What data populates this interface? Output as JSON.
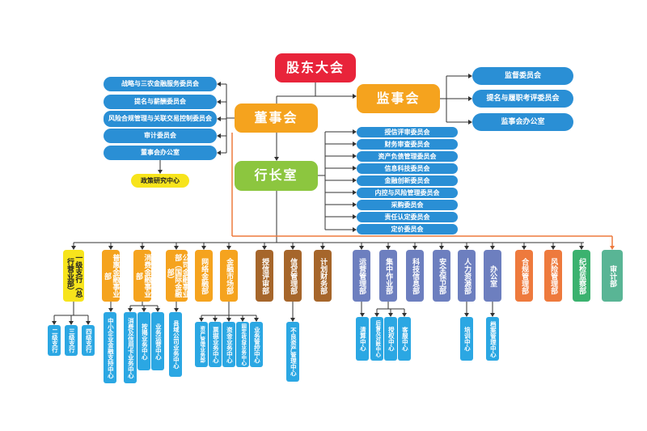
{
  "colors": {
    "red": "#e8243a",
    "orange": "#f5a31e",
    "green": "#8cc63f",
    "blue": "#2a8fd5",
    "light_blue": "#2ba7e3",
    "brown": "#a6662b",
    "purple": "#6d7fbf",
    "salmon": "#ee7a3d",
    "darkgreen": "#3bb26f",
    "teal": "#59b595",
    "yellow": "#f7e41c",
    "accent_line": "#ee7a3d"
  },
  "top": {
    "shareholders": "股东大会",
    "supervisory": "监事会",
    "board": "董事会",
    "president": "行长室"
  },
  "board_committees": [
    "战略与三农金融服务委员会",
    "提名与薪酬委员会",
    "风险合规管理与关联交易控制委员会",
    "审计委员会",
    "董事会办公室"
  ],
  "policy_center": "政策研究中心",
  "supervisory_committees": [
    "监督委员会",
    "提名与履职考评委员会",
    "监事会办公室"
  ],
  "president_committees": [
    "授信评审委员会",
    "财务审查委员会",
    "资产负债管理委员会",
    "信息科技委员会",
    "金融创新委员会",
    "内控与风险管理委员会",
    "采购委员会",
    "责任认定委员会",
    "定价委员会"
  ],
  "departments": [
    "一级支行（总行营业部）",
    "普惠金融事业部",
    "消费金融事业部",
    "公司金融事业部（国际金融部）",
    "网络金融部",
    "金融市场部",
    "授信评审部",
    "信贷管理部",
    "计划财务部",
    "运营管理部",
    "集中作业部",
    "科技信息部",
    "安全保卫部",
    "人力资源部",
    "办公室",
    "合规管理部",
    "风险管理部",
    "纪检监察部",
    "审计部"
  ],
  "sub_units": {
    "branches": [
      "二级支行",
      "三级支行",
      "四级支行"
    ],
    "inclusive": [
      "中小企业金融支持中心"
    ],
    "consumer": [
      "消费及信用卡业务中心",
      "按揭业务中心",
      "业务运营中心"
    ],
    "corporate": [
      "县域公司业务中心"
    ],
    "markets": [
      "资产管理业务部",
      "票据业务中心",
      "资金业务中心",
      "固定收益业务中心",
      "业务管控中心"
    ],
    "credit": [
      "不良资产管理中心"
    ],
    "operations": [
      "清算中心"
    ],
    "centralized": [
      "后督及对账中心",
      "授权中心",
      "客服中心"
    ],
    "hr": [
      "培训中心"
    ],
    "office": [
      "档案管理中心"
    ]
  }
}
